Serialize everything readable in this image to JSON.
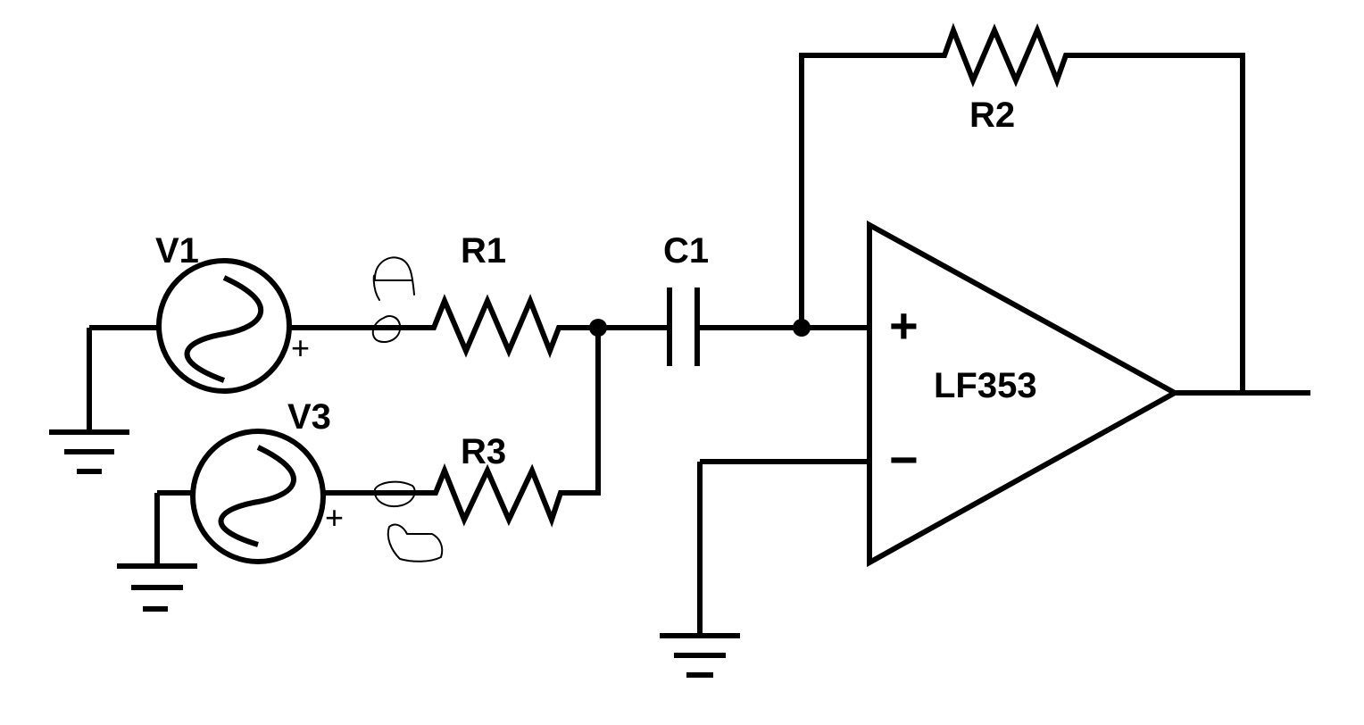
{
  "labels": {
    "v1": "V1",
    "v3": "V3",
    "r1": "R1",
    "r2": "R2",
    "r3": "R3",
    "c1": "C1",
    "opamp": "LF353",
    "v1_plus": "+",
    "v3_plus": "+",
    "opamp_plus": "+",
    "opamp_minus": "−"
  },
  "colors": {
    "ink": "#000000",
    "background": "#ffffff"
  },
  "icons": {
    "source": "ac-voltage-source-icon",
    "resistor": "resistor-icon",
    "capacitor": "capacitor-icon",
    "ground": "ground-icon",
    "opamp": "op-amp-triangle-icon"
  }
}
